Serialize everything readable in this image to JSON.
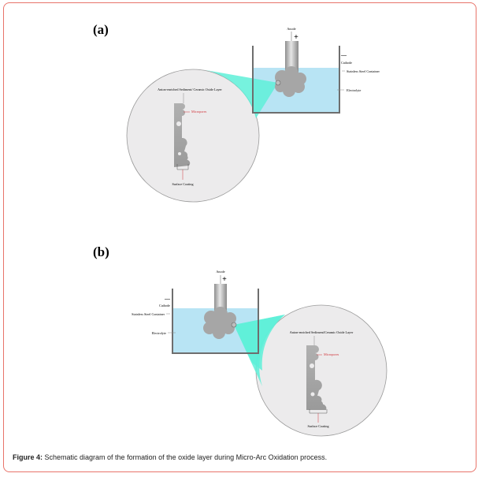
{
  "panels": [
    {
      "label": "(a)",
      "anode_label": "Anode",
      "plus_sign": "+",
      "minus_sign": "—",
      "cathode_label": "Cathode",
      "container_label": "Stainless Steel Container",
      "electrolyte_label": "Electrolyte",
      "layer_label": "Anion-enriched Sediment/ Ceramic Oxide Layer",
      "micropores_label": "Micropores",
      "coating_label": "Surface Coating"
    },
    {
      "label": "(b)",
      "anode_label": "Anode",
      "plus_sign": "+",
      "minus_sign": "—",
      "cathode_label": "Cathode",
      "container_label": "Stainless Steel Container",
      "electrolyte_label": "Electrolyte",
      "layer_label": "Anion-enriched Sediment/Ceramic Oxide Layer",
      "micropores_label": "Micropores",
      "coating_label": "Surface Coating"
    }
  ],
  "caption": {
    "prefix": "Figure 4:",
    "text": " Schematic diagram of the formation of the oxide layer during Micro-Arc Oxidation process."
  },
  "colors": {
    "frame": "#e8746a",
    "electrolyte": "#b8e4f4",
    "zoom_cone": "#5ef0d8",
    "magnifier": "#ecebec",
    "micropores_text": "#d0343a"
  }
}
